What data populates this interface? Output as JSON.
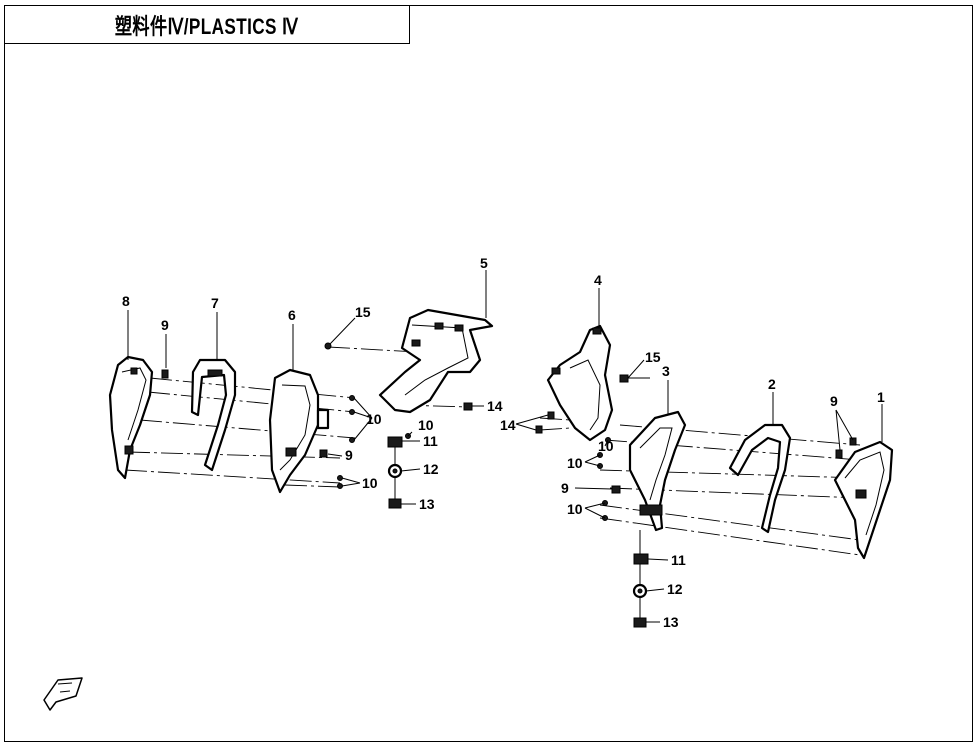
{
  "header": {
    "title": "塑料件Ⅳ/PLASTICS Ⅳ"
  },
  "callouts": {
    "c1": "1",
    "c2": "2",
    "c3": "3",
    "c4": "4",
    "c5": "5",
    "c6": "6",
    "c7": "7",
    "c8": "8",
    "c9a": "9",
    "c9b": "9",
    "c9c": "9",
    "c9d": "9",
    "c10a": "10",
    "c10b": "10",
    "c10c": "10",
    "c10d": "10",
    "c10e": "10",
    "c10f": "10",
    "c11a": "11",
    "c11b": "11",
    "c12a": "12",
    "c12b": "12",
    "c13a": "13",
    "c13b": "13",
    "c14a": "14",
    "c14b": "14",
    "c15a": "15",
    "c15b": "15"
  },
  "icons": {
    "front_arrow": "fwd-arrow-icon"
  }
}
